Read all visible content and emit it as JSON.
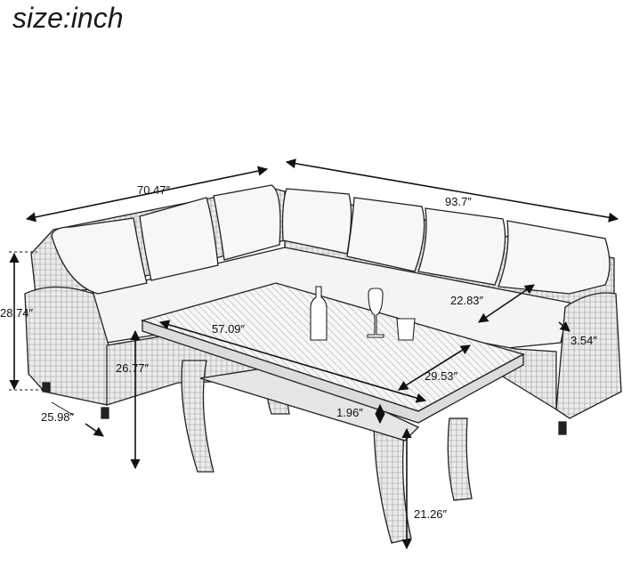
{
  "title": "size:inch",
  "dimensions": {
    "sofa_left_length": "70.47″",
    "sofa_right_length": "93.7″",
    "sofa_height": "28.74″",
    "sofa_depth": "25.98″",
    "seat_depth": "22.83″",
    "armrest_width": "3.54″",
    "table_length": "57.09″",
    "table_width": "29.53″",
    "table_top_thickness": "1.96″",
    "seat_height": "26.77″",
    "table_height": "21.26″"
  },
  "colors": {
    "line": "#222222",
    "cushion": "#f4f4f4",
    "wicker": "#d8d8d8"
  }
}
